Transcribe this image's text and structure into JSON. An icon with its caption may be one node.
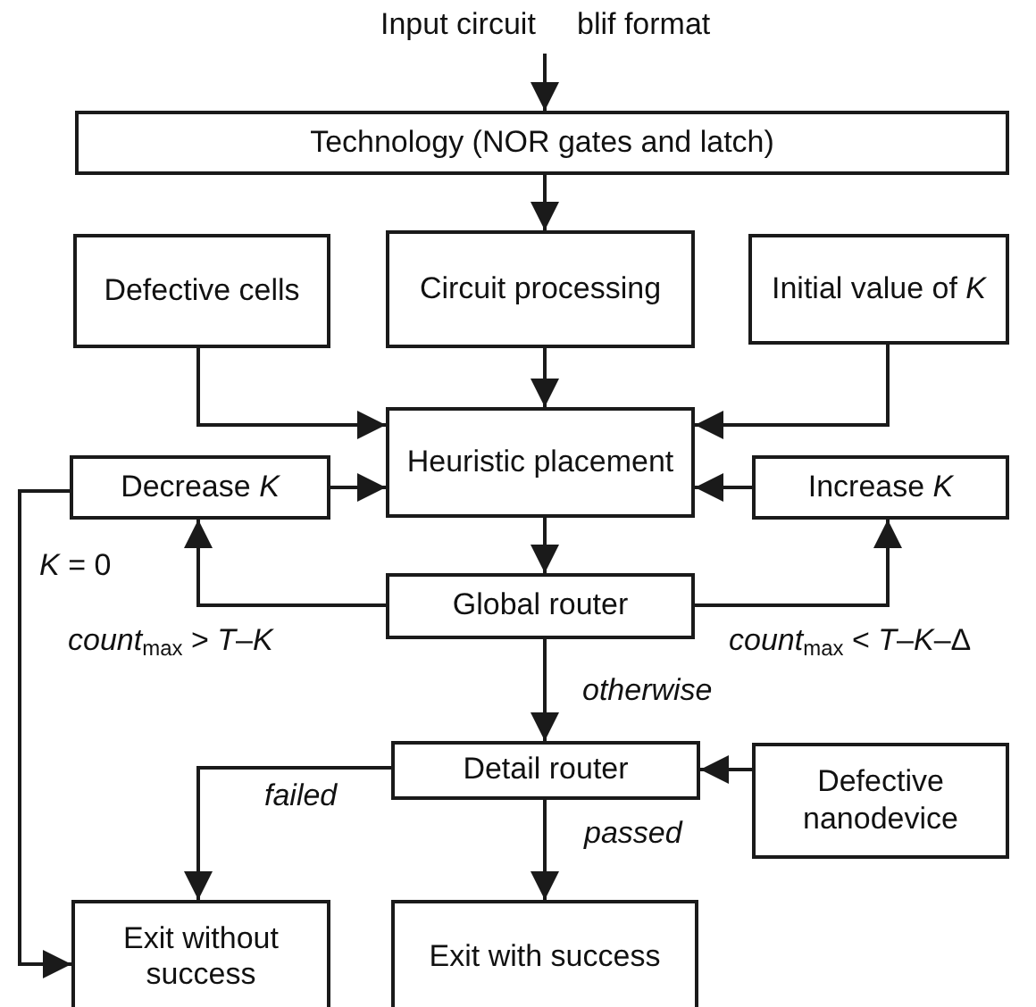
{
  "diagram": {
    "nodes": [
      {
        "text": [
          "Technology (NOR gates and latch)"
        ]
      },
      {
        "text": [
          "Defective cells"
        ]
      },
      {
        "text": [
          "Circuit processing"
        ]
      },
      {
        "text": [
          "Initial value of *K*"
        ]
      },
      {
        "text": [
          "Heuristic placement"
        ]
      },
      {
        "text": [
          "Decrease *K*"
        ]
      },
      {
        "text": [
          "Increase *K*"
        ]
      },
      {
        "text": [
          "Global router"
        ]
      },
      {
        "text": [
          "Detail router"
        ]
      },
      {
        "text": [
          "Defective nanodevice"
        ]
      },
      {
        "text": [
          "Exit without success"
        ]
      },
      {
        "text": [
          "Exit with success"
        ]
      }
    ],
    "edges": [
      {
        "from": null,
        "to": 0,
        "arrow": "to"
      },
      {
        "from": 0,
        "to": 2,
        "arrow": "to"
      },
      {
        "from": 2,
        "to": 4,
        "arrow": "to"
      },
      {
        "from": 1,
        "to": 4,
        "arrow": "to"
      },
      {
        "from": 3,
        "to": 4,
        "arrow": "to"
      },
      {
        "from": 5,
        "to": 4,
        "arrow": "to"
      },
      {
        "from": 6,
        "to": 4,
        "arrow": "to"
      },
      {
        "from": 4,
        "to": 7,
        "arrow": "to"
      },
      {
        "from": 7,
        "to": 5,
        "arrow": "to",
        "label": "*count*$_{max}$ > *T*–*K*"
      },
      {
        "from": 7,
        "to": 6,
        "arrow": "to",
        "label": "*count*$_{max}$ < *T*–*K*–Δ"
      },
      {
        "from": 7,
        "to": 8,
        "arrow": "to",
        "label": "otherwise"
      },
      {
        "from": 9,
        "to": 8,
        "arrow": "to"
      },
      {
        "from": 8,
        "to": 10,
        "arrow": "to",
        "label": "failed"
      },
      {
        "from": 8,
        "to": 11,
        "arrow": "to",
        "label": "passed"
      },
      {
        "from": 5,
        "to": 10,
        "arrow": "to",
        "label": "*K* = 0"
      }
    ],
    "labels": [
      "Input circuit",
      "blif format"
    ]
  }
}
